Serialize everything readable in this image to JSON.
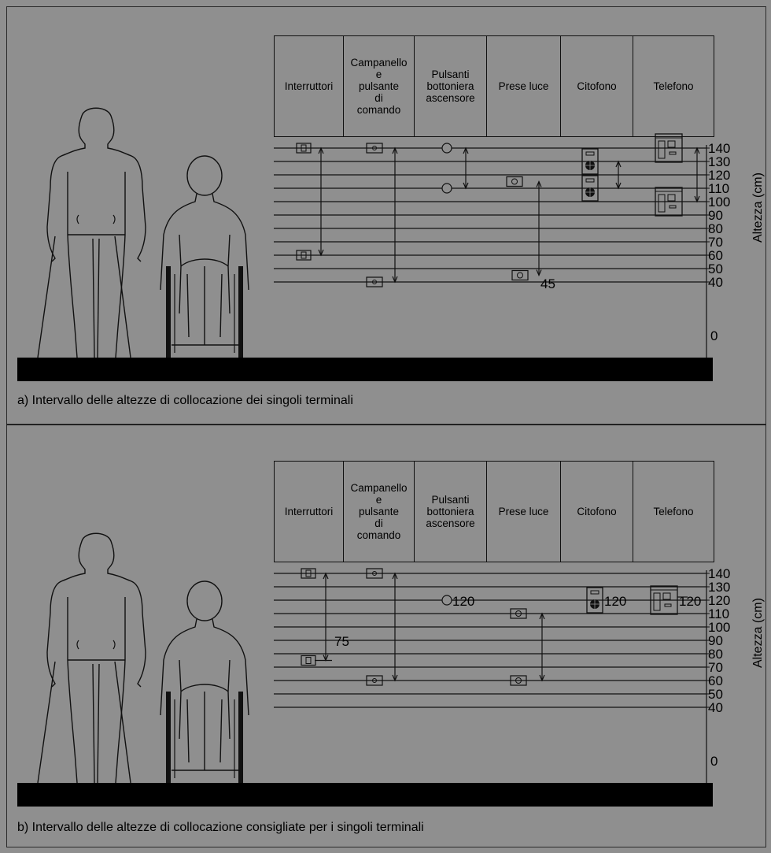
{
  "panels": [
    {
      "columns": [
        "Interruttori",
        "Campanello\ne\npulsante\ndi\ncomando",
        "Pulsanti\nbottoniera\nascensore",
        "Prese luce",
        "Citofono",
        "Telefono"
      ],
      "y_ticks": [
        "140",
        "130",
        "120",
        "110",
        "100",
        "90",
        "80",
        "70",
        "60",
        "50",
        "40"
      ],
      "zero_label": "0",
      "axis_label": "Altezza (cm)",
      "annotations": [
        "45"
      ],
      "caption": "a) Intervallo delle altezze di collocazione dei singoli terminali"
    },
    {
      "columns": [
        "Interruttori",
        "Campanello\ne\npulsante\ndi\ncomando",
        "Pulsanti\nbottoniera\nascensore",
        "Prese luce",
        "Citofono",
        "Telefono"
      ],
      "y_ticks": [
        "140",
        "130",
        "120",
        "110",
        "100",
        "90",
        "80",
        "70",
        "60",
        "50",
        "40"
      ],
      "zero_label": "0",
      "axis_label": "Altezza (cm)",
      "annotations": [
        "75",
        "120",
        "120",
        "120"
      ],
      "caption": "b) Intervallo delle altezze di collocazione consigliate per i singoli terminali"
    }
  ],
  "height_ranges": {
    "a": [
      {
        "item": "Interruttori",
        "min": 60,
        "max": 140
      },
      {
        "item": "Campanello e pulsante di comando",
        "min": 40,
        "max": 140
      },
      {
        "item": "Pulsanti bottoniera ascensore",
        "min": 110,
        "max": 140
      },
      {
        "item": "Prese luce",
        "min": 45,
        "max": 115
      },
      {
        "item": "Citofono",
        "min": 110,
        "max": 130
      },
      {
        "item": "Telefono",
        "min": 100,
        "max": 140
      }
    ],
    "b": [
      {
        "item": "Interruttori",
        "min": 75,
        "max": 140
      },
      {
        "item": "Campanello e pulsante di comando",
        "min": 60,
        "max": 140
      },
      {
        "item": "Pulsanti bottoniera ascensore",
        "min": 120,
        "max": 120
      },
      {
        "item": "Prese luce",
        "min": 60,
        "max": 110
      },
      {
        "item": "Citofono",
        "min": 120,
        "max": 120
      },
      {
        "item": "Telefono",
        "min": 120,
        "max": 120
      }
    ]
  }
}
